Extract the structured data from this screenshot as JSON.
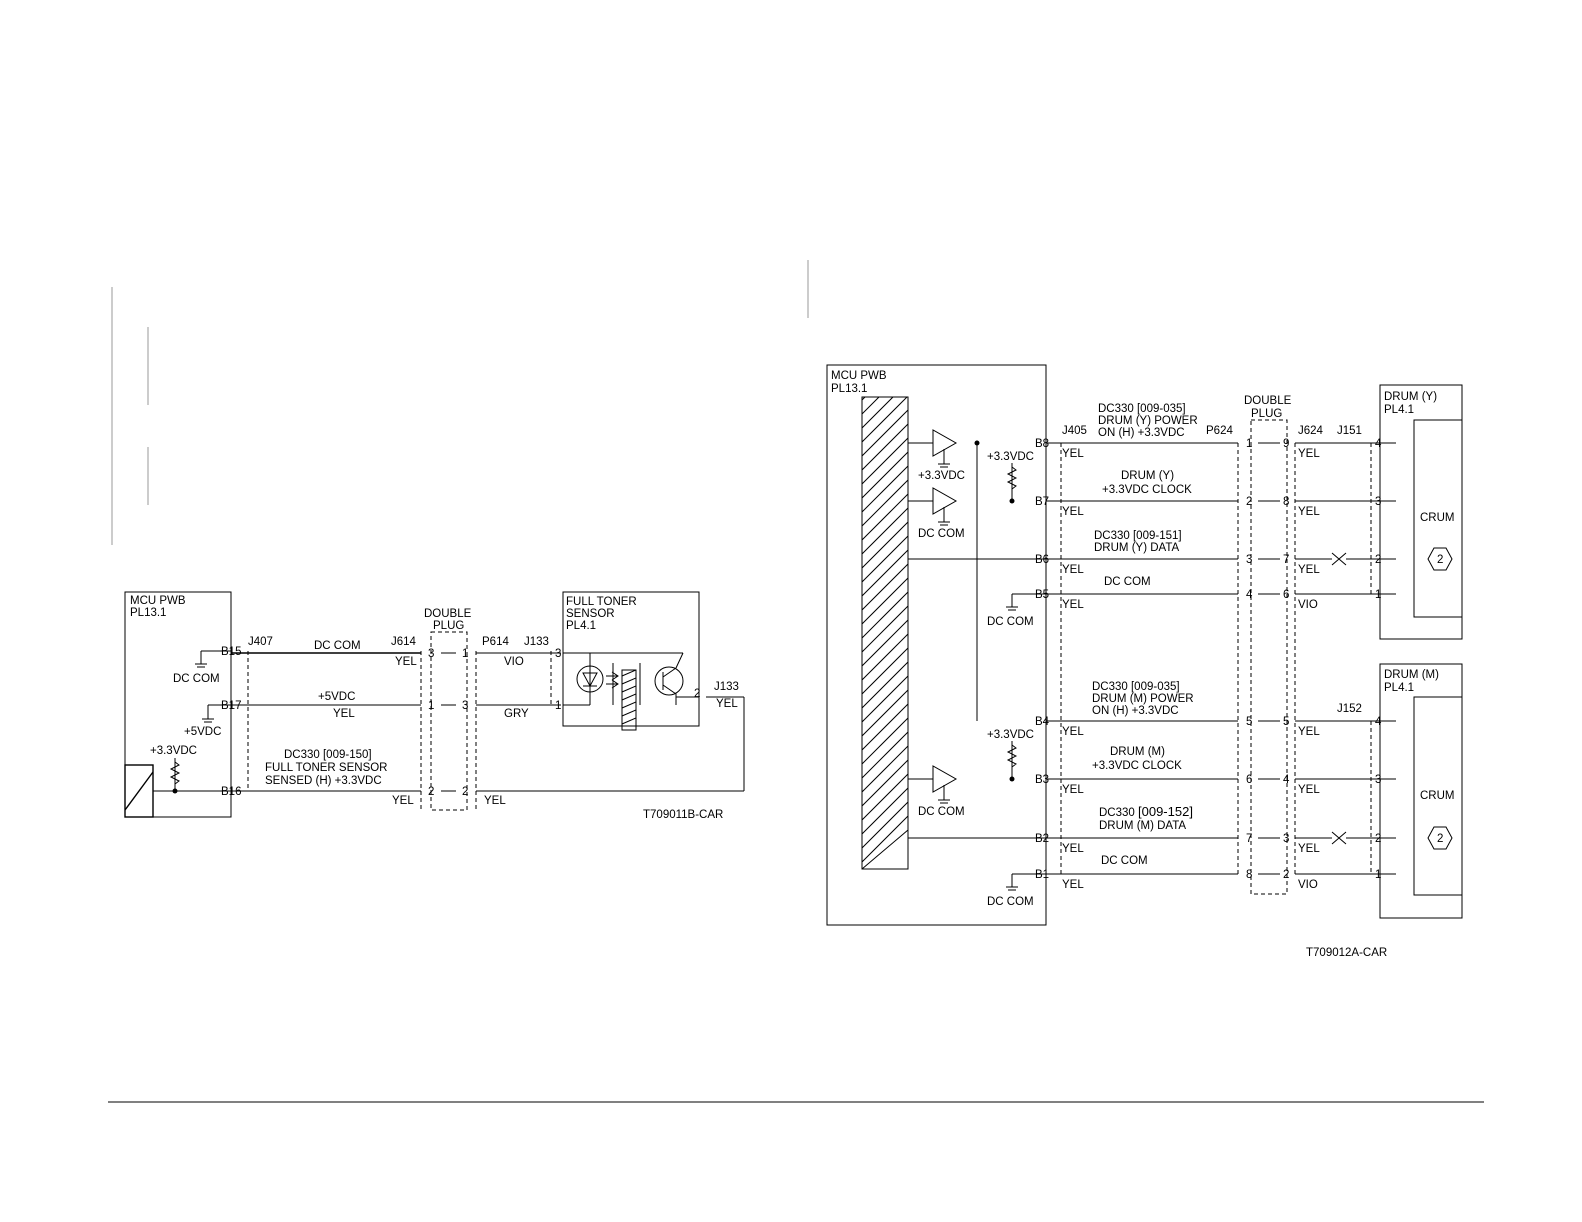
{
  "colors": {
    "line": "#000000",
    "page": "#ffffff",
    "margin_bar": "#9a9a9a"
  },
  "left_diagram": {
    "board_title": "MCU PWB",
    "board_pl": "PL13.1",
    "sensor_title_1": "FULL TONER",
    "sensor_title_2": "SENSOR",
    "sensor_pl": "PL4.1",
    "plug_label_1": "DOUBLE",
    "plug_label_2": "PLUG",
    "conn_j407": "J407",
    "conn_j614": "J614",
    "conn_p614": "P614",
    "conn_j133a": "J133",
    "conn_j133b": "J133",
    "pin_b15": "B15",
    "pin_b17": "B17",
    "pin_b16": "B16",
    "dccom_gnd": "DC COM",
    "v5_gnd": "+5VDC",
    "v33": "+3.3VDC",
    "sig1": "DC COM",
    "sig2": "+5VDC",
    "sig2_color": "YEL",
    "sig3_l1": "DC330 [009-150]",
    "sig3_l2": "FULL TONER SENSOR",
    "sig3_l3": "SENSED (H) +3.3VDC",
    "w1_left": "YEL",
    "w1_right": "VIO",
    "w2_right": "GRY",
    "w3_left": "YEL",
    "w3_right": "YEL",
    "w_out": "YEL",
    "p_a1": "3",
    "p_a2": "1",
    "p_b1": "1",
    "p_b2": "3",
    "p_c1": "2",
    "p_c2": "2",
    "s_p3": "3",
    "s_p1": "1",
    "s_p2": "2",
    "code": "T709011B-CAR"
  },
  "right_diagram": {
    "board_title": "MCU PWB",
    "board_pl": "PL13.1",
    "plug_label_1": "DOUBLE",
    "plug_label_2": "PLUG",
    "conn_j405": "J405",
    "conn_p624": "P624",
    "conn_j624": "J624",
    "conn_j151": "J151",
    "conn_j152": "J152",
    "drum_y_title": "DRUM (Y)",
    "drum_y_pl": "PL4.1",
    "drum_m_title": "DRUM (M)",
    "drum_m_pl": "PL4.1",
    "crum_y": "CRUM",
    "crum_m": "CRUM",
    "hex_y": "2",
    "hex_m": "2",
    "v33_buf": "+3.3VDC",
    "v33_r1": "+3.3VDC",
    "v33_r2": "+3.3VDC",
    "dccom_buf1": "DC COM",
    "dccom_b5": "DC COM",
    "dccom_buf2": "DC COM",
    "dccom_b1": "DC COM",
    "pins": [
      "B8",
      "B7",
      "B6",
      "B5",
      "B4",
      "B3",
      "B2",
      "B1"
    ],
    "left_colors": [
      "YEL",
      "YEL",
      "YEL",
      "YEL",
      "YEL",
      "YEL",
      "YEL",
      "YEL"
    ],
    "right_colors": [
      "YEL",
      "YEL",
      "YEL",
      "VIO",
      "YEL",
      "YEL",
      "YEL",
      "VIO"
    ],
    "plug_left_pins": [
      "1",
      "2",
      "3",
      "4",
      "5",
      "6",
      "7",
      "8"
    ],
    "plug_right_pins": [
      "9",
      "8",
      "7",
      "6",
      "5",
      "4",
      "3",
      "2"
    ],
    "drum_y_pins": [
      "4",
      "3",
      "2",
      "1"
    ],
    "drum_m_pins": [
      "4",
      "3",
      "2",
      "1"
    ],
    "sig1_l1": "DC330 [009-035]",
    "sig1_l2": "DRUM (Y) POWER",
    "sig1_l3": "ON (H) +3.3VDC",
    "sig2_l1": "DRUM (Y)",
    "sig2_l2": "+3.3VDC CLOCK",
    "sig3_l1": "DC330 [009-151]",
    "sig3_l2": "DRUM (Y) DATA",
    "sig4": "DC COM",
    "sig5_l1": "DC330 [009-035]",
    "sig5_l2": "DRUM (M) POWER",
    "sig5_l3": "ON (H) +3.3VDC",
    "sig6_l1": "DRUM (M)",
    "sig6_l2": "+3.3VDC CLOCK",
    "sig7_l1a": "DC330 ",
    "sig7_l1b": "[009-152]",
    "sig7_l2": "DRUM (M) DATA",
    "sig8": "DC COM",
    "code": "T709012A-CAR"
  }
}
